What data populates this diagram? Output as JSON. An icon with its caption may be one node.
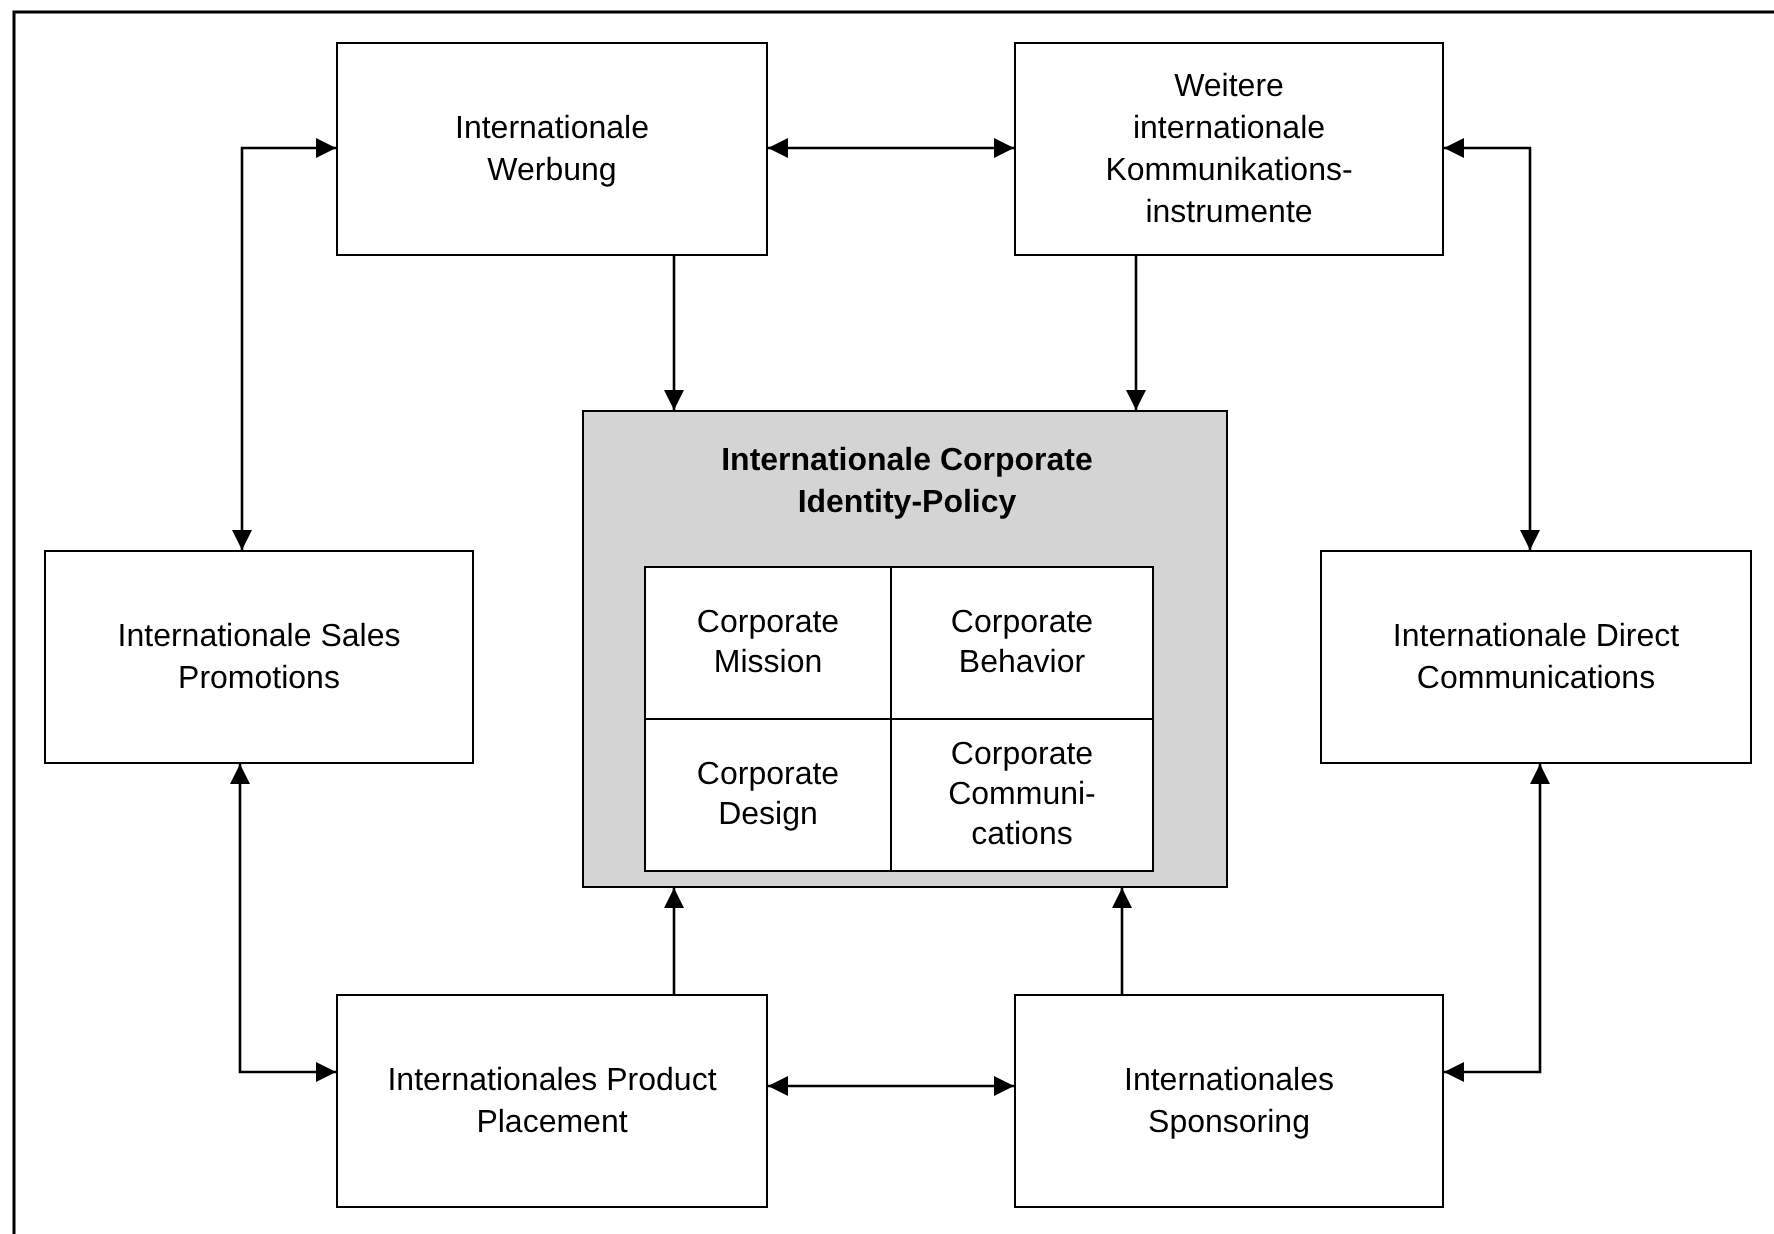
{
  "diagram": {
    "nodes": [
      {
        "text": [
          "Internationale Werbung"
        ]
      },
      {
        "text": [
          "Weitere internationale Kommunikations- instrumente"
        ]
      },
      {
        "text": [
          "Internationale Sales Promotions"
        ]
      },
      {
        "text": [
          "Internationale Corporate Identity-Policy"
        ]
      },
      {
        "text": [
          "Corporate Mission"
        ],
        "in": 3
      },
      {
        "text": [
          "Corporate Behavior"
        ],
        "in": 3
      },
      {
        "text": [
          "Corporate Design"
        ],
        "in": 3
      },
      {
        "text": [
          "Corporate Communi- cations"
        ],
        "in": 3
      },
      {
        "text": [
          "Internationale Direct Communications"
        ]
      },
      {
        "text": [
          "Internationales Product Placement"
        ]
      },
      {
        "text": [
          "Internationales Sponsoring"
        ]
      }
    ],
    "edges": [
      {
        "from": 0,
        "to": 1,
        "arrow": "both"
      },
      {
        "from": 2,
        "to": 0,
        "arrow": "both"
      },
      {
        "from": 1,
        "to": 8,
        "arrow": "both"
      },
      {
        "from": 0,
        "to": 3,
        "arrow": "to"
      },
      {
        "from": 1,
        "to": 3,
        "arrow": "to"
      },
      {
        "from": 2,
        "to": 9,
        "arrow": "both"
      },
      {
        "from": 8,
        "to": 10,
        "arrow": "both"
      },
      {
        "from": 9,
        "to": 3,
        "arrow": "to"
      },
      {
        "from": 10,
        "to": 3,
        "arrow": "to"
      },
      {
        "from": 9,
        "to": 10,
        "arrow": "both"
      }
    ]
  }
}
